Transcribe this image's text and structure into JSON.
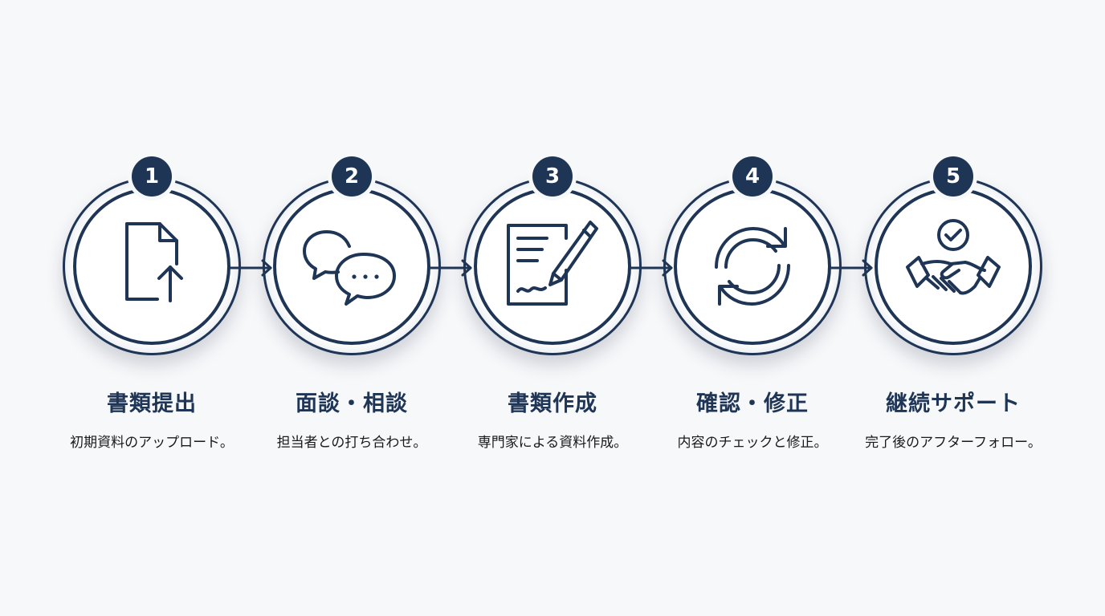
{
  "colors": {
    "primary": "#1f3556",
    "background": "#f7f8fa",
    "text": "#1a1a1a"
  },
  "steps": [
    {
      "number": "1",
      "title": "書類提出",
      "description": "初期資料のアップロード。",
      "icon": "document-upload-icon"
    },
    {
      "number": "2",
      "title": "面談・相談",
      "description": "担当者との打ち合わせ。",
      "icon": "chat-bubbles-icon"
    },
    {
      "number": "3",
      "title": "書類作成",
      "description": "専門家による資料作成。",
      "icon": "document-pen-icon"
    },
    {
      "number": "4",
      "title": "確認・修正",
      "description": "内容のチェックと修正。",
      "icon": "refresh-cycle-icon"
    },
    {
      "number": "5",
      "title": "継続サポート",
      "description": "完了後のアフターフォロー。",
      "icon": "handshake-check-icon"
    }
  ]
}
